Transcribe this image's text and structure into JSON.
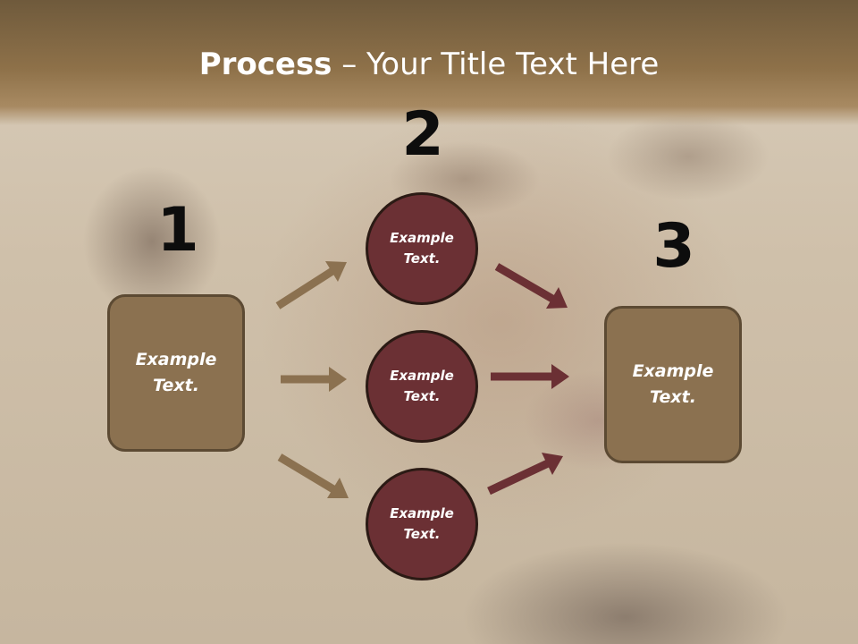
{
  "slide": {
    "title_bold": "Process",
    "title_rest": " – Your Title Text Here"
  },
  "steps": {
    "numbers": [
      "1",
      "2",
      "3"
    ],
    "left_box": "Example\nText.",
    "right_box": "Example\nText.",
    "circles": [
      "Example\nText.",
      "Example\nText.",
      "Example\nText."
    ]
  },
  "colors": {
    "header": "#8e7149",
    "box_fill": "#8b7150",
    "circle_fill": "#6b3034",
    "arrow_tan": "#8b7150",
    "arrow_maroon": "#6b3034"
  }
}
